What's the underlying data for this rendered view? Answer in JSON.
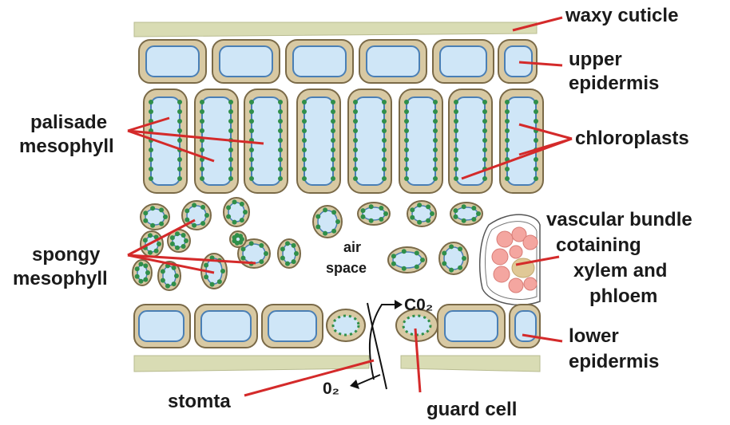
{
  "labels": {
    "waxy_cuticle": "waxy cuticle",
    "upper_epidermis_1": "upper",
    "upper_epidermis_2": "epidermis",
    "palisade_1": "palisade",
    "palisade_2": "mesophyll",
    "chloroplasts": "chloroplasts",
    "spongy_1": "spongy",
    "spongy_2": "mesophyll",
    "air_space_1": "air",
    "air_space_2": "space",
    "vascular_1": "vascular bundle",
    "vascular_2": "cotaining",
    "vascular_3": "xylem and",
    "vascular_4": "phloem",
    "co2": "C0₂",
    "o2": "0₂",
    "lower_epidermis_1": "lower",
    "lower_epidermis_2": "epidermis",
    "stomata": "stomta",
    "guard_cell": "guard cell"
  },
  "colors": {
    "cuticle": "#d9dcb4",
    "cell_wall": "#d8c9a3",
    "vacuole": "#cfe6f7",
    "vacuole_edge": "#4a7fb5",
    "chloroplast": "#2f8f4a",
    "pointer": "#d42a2a",
    "xylem": "#f4a6a0",
    "phloem": "#e0c896"
  }
}
